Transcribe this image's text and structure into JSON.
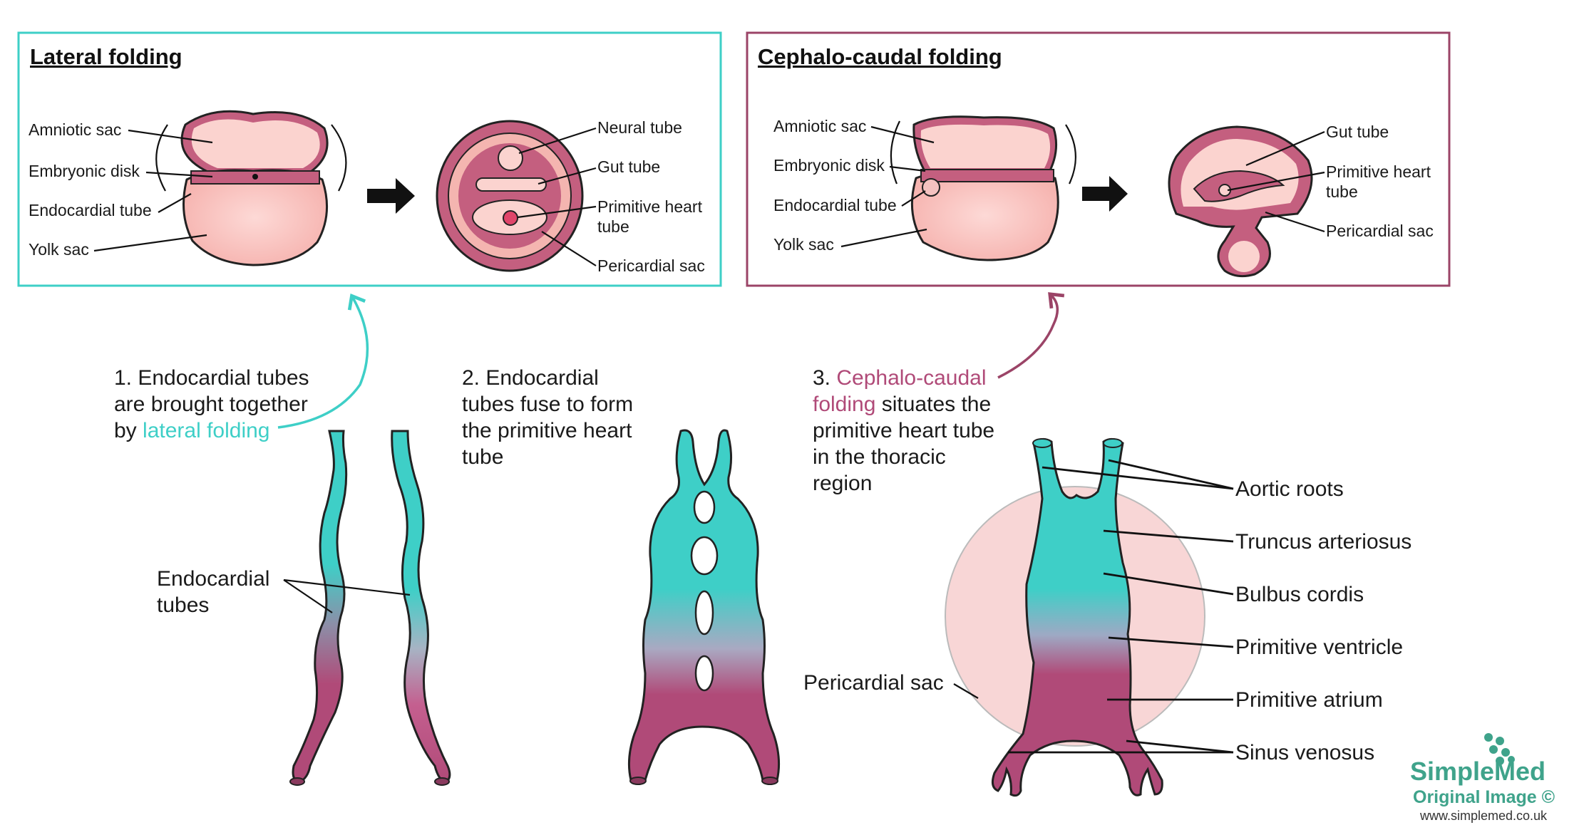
{
  "colors": {
    "teal": "#3ecfc7",
    "magenta": "#b04a78",
    "lateral_box_border": "#3ecfc7",
    "cephalo_box_border": "#9b4467",
    "membrane": "#c45f7f",
    "yolk_fill": "#fbd3cf",
    "pericardial_circle": "#f8d6d6"
  },
  "lateral_box": {
    "title": "Lateral folding",
    "left_labels": [
      "Amniotic sac",
      "Embryonic disk",
      "Endocardial tube",
      "Yolk sac"
    ],
    "right_labels": {
      "neural_tube": "Neural tube",
      "gut_tube": "Gut tube",
      "primitive_heart_tube": [
        "Primitive heart",
        "tube"
      ],
      "pericardial_sac": "Pericardial sac"
    }
  },
  "cephalo_box": {
    "title": "Cephalo-caudal folding",
    "left_labels": [
      "Amniotic sac",
      "Embryonic disk",
      "Endocardial tube",
      "Yolk sac"
    ],
    "right_labels": {
      "gut_tube": "Gut tube",
      "primitive_heart_tube": [
        "Primitive heart",
        "tube"
      ],
      "pericardial_sac": "Pericardial sac"
    }
  },
  "steps": {
    "step1": {
      "line1": "1. Endocardial tubes",
      "line2": "are brought together",
      "line3_prefix": "by ",
      "line3_highlight": "lateral folding"
    },
    "step2": [
      "2. Endocardial",
      "tubes fuse to form",
      "the primitive heart",
      "tube"
    ],
    "step3": {
      "line1_prefix": "3. ",
      "line1_highlight": "Cephalo-caudal",
      "line2_highlight": "folding",
      "line2_rest": " situates the",
      "line3": "primitive heart tube",
      "line4": "in the thoracic",
      "line5": "region"
    }
  },
  "stage1_label": [
    "Endocardial",
    "tubes"
  ],
  "stage3_labels": {
    "pericardial_sac": "Pericardial sac",
    "parts": [
      "Aortic roots",
      "Truncus arteriosus",
      "Bulbus cordis",
      "Primitive ventricle",
      "Primitive atrium",
      "Sinus venosus"
    ]
  },
  "logo": {
    "name": "SimpleMed",
    "subtitle": "Original Image ©",
    "url": "www.simplemed.co.uk"
  }
}
